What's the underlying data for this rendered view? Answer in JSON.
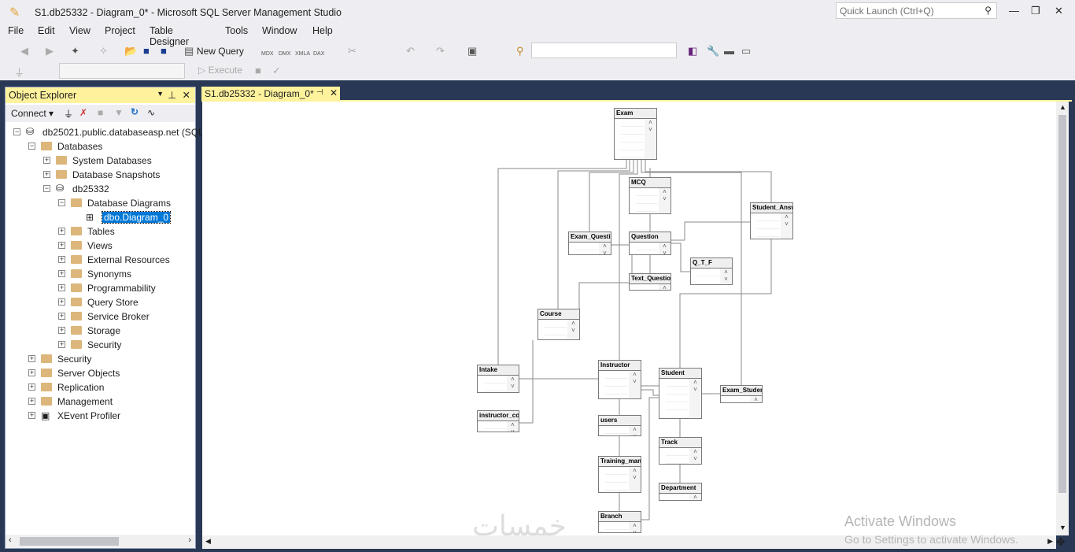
{
  "window": {
    "title": "S1.db25332 - Diagram_0* - Microsoft SQL Server Management Studio",
    "quick_launch_placeholder": "Quick Launch (Ctrl+Q)"
  },
  "menu": [
    "File",
    "Edit",
    "View",
    "Project",
    "Table Designer",
    "Tools",
    "Window",
    "Help"
  ],
  "toolbar": {
    "new_query": "New Query",
    "execute": "Execute",
    "mdx": "MDX",
    "dmx": "DMX",
    "xmla": "XMLA",
    "dax": "DAX"
  },
  "object_explorer": {
    "title": "Object Explorer",
    "connect": "Connect",
    "tree": [
      {
        "label": "db25021.public.databaseasp.net (SQL",
        "level": 0,
        "exp": "-",
        "icon": "server"
      },
      {
        "label": "Databases",
        "level": 1,
        "exp": "-",
        "icon": "folder"
      },
      {
        "label": "System Databases",
        "level": 2,
        "exp": "+",
        "icon": "folder"
      },
      {
        "label": "Database Snapshots",
        "level": 2,
        "exp": "+",
        "icon": "folder"
      },
      {
        "label": "db25332",
        "level": 2,
        "exp": "-",
        "icon": "db"
      },
      {
        "label": "Database Diagrams",
        "level": 3,
        "exp": "-",
        "icon": "folder"
      },
      {
        "label": "dbo.Diagram_0",
        "level": 4,
        "exp": "",
        "icon": "diagram",
        "selected": true
      },
      {
        "label": "Tables",
        "level": 3,
        "exp": "+",
        "icon": "folder"
      },
      {
        "label": "Views",
        "level": 3,
        "exp": "+",
        "icon": "folder"
      },
      {
        "label": "External Resources",
        "level": 3,
        "exp": "+",
        "icon": "folder"
      },
      {
        "label": "Synonyms",
        "level": 3,
        "exp": "+",
        "icon": "folder"
      },
      {
        "label": "Programmability",
        "level": 3,
        "exp": "+",
        "icon": "folder"
      },
      {
        "label": "Query Store",
        "level": 3,
        "exp": "+",
        "icon": "folder"
      },
      {
        "label": "Service Broker",
        "level": 3,
        "exp": "+",
        "icon": "folder"
      },
      {
        "label": "Storage",
        "level": 3,
        "exp": "+",
        "icon": "folder"
      },
      {
        "label": "Security",
        "level": 3,
        "exp": "+",
        "icon": "folder"
      },
      {
        "label": "Security",
        "level": 1,
        "exp": "+",
        "icon": "folder"
      },
      {
        "label": "Server Objects",
        "level": 1,
        "exp": "+",
        "icon": "folder"
      },
      {
        "label": "Replication",
        "level": 1,
        "exp": "+",
        "icon": "folder"
      },
      {
        "label": "Management",
        "level": 1,
        "exp": "+",
        "icon": "folder"
      },
      {
        "label": "XEvent Profiler",
        "level": 1,
        "exp": "+",
        "icon": "xevent"
      }
    ]
  },
  "tab": {
    "label": "S1.db25332 - Diagram_0*"
  },
  "diagram": {
    "tables": [
      "Exam",
      "MCQ",
      "Student_Answ",
      "Exam_Question",
      "Question",
      "Q_T_F",
      "Text_Question",
      "Course",
      "Intake",
      "Instructor",
      "Student",
      "Exam_Student",
      "instructor_cou",
      "users",
      "Track",
      "Training_mana",
      "Department",
      "Branch"
    ]
  },
  "watermark": {
    "line1": "Activate Windows",
    "line2": "Go to Settings to activate Windows."
  }
}
